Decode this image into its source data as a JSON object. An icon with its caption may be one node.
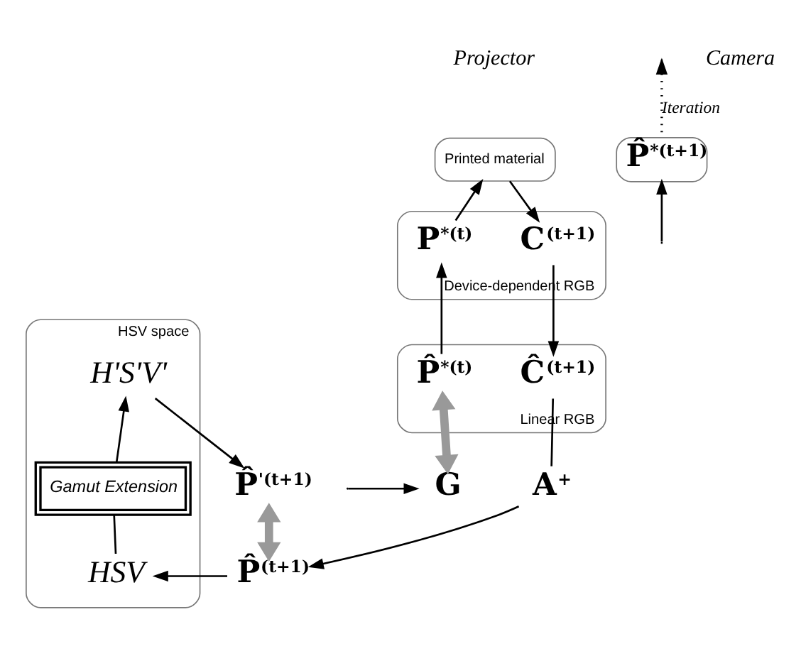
{
  "diagram": {
    "nodes": [
      {
        "text": [
          "Printed material"
        ]
      },
      {
        "text": [
          "Device-dependent RGB"
        ]
      },
      {
        "text": [
          "P$^{*(t)}$"
        ],
        "in": 1
      },
      {
        "text": [
          "C$^{(t+1)}$"
        ],
        "in": 1
      },
      {
        "text": [
          "P̂$^{*(t+1)}$"
        ]
      },
      {
        "text": [
          "Linear RGB"
        ]
      },
      {
        "text": [
          "P̂$^{*(t)}$"
        ],
        "in": 5
      },
      {
        "text": [
          "Ĉ$^{(t+1)}$"
        ],
        "in": 5
      },
      {
        "text": [
          "HSV space"
        ]
      },
      {
        "text": [
          "H'S'V'"
        ],
        "in": 8
      },
      {
        "text": [
          "Gamut Extension"
        ],
        "in": 8
      },
      {
        "text": [
          "HSV"
        ],
        "in": 8
      },
      {
        "text": [
          "P̂$^{'(t+1)}$"
        ]
      },
      {
        "text": [
          "G"
        ]
      },
      {
        "text": [
          "A$^{+}$"
        ]
      },
      {
        "text": [
          "P̂$^{(t+1)}$"
        ]
      }
    ],
    "edges": [
      {
        "from": 2,
        "to": 0,
        "arrow": "to"
      },
      {
        "from": 0,
        "to": 3,
        "arrow": "to"
      },
      {
        "from": 3,
        "to": 7,
        "arrow": "to"
      },
      {
        "from": 6,
        "to": 2,
        "arrow": "to"
      },
      {
        "from": 4,
        "to": null,
        "arrow": "to",
        "style": "dashed",
        "label": "Iteration"
      },
      {
        "from": 7,
        "to": 14,
        "arrow": "none"
      },
      {
        "from": 14,
        "to": 15,
        "arrow": "to"
      },
      {
        "from": 15,
        "to": 11,
        "arrow": "to"
      },
      {
        "from": 11,
        "to": 10,
        "arrow": "none"
      },
      {
        "from": 10,
        "to": 9,
        "arrow": "to"
      },
      {
        "from": 9,
        "to": 12,
        "arrow": "to"
      },
      {
        "from": 12,
        "to": 15,
        "arrow": "both",
        "style": "thick",
        "color": "#999999"
      },
      {
        "from": null,
        "to": 13,
        "arrow": "to"
      },
      {
        "from": 6,
        "to": 13,
        "arrow": "both",
        "style": "thick",
        "color": "#999999"
      },
      {
        "from": null,
        "to": 4,
        "arrow": "to"
      }
    ],
    "labels": [
      "Projector",
      "Camera"
    ]
  }
}
